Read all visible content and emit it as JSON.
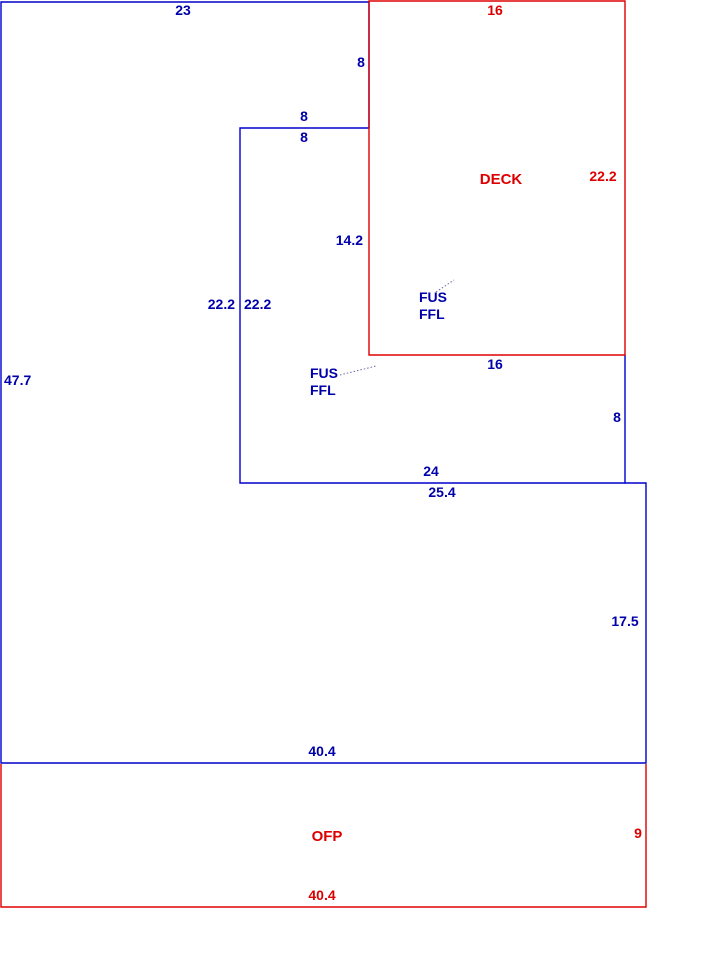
{
  "colors": {
    "main": "#0000cc",
    "deck": "#dd0000"
  },
  "main": {
    "top": "23",
    "left": "47.7",
    "bottom": "40.4",
    "right_lower": "17.5",
    "ledge": "25.4",
    "notch_step_a": "8",
    "notch_top_out": "8",
    "notch_top_in": "8",
    "notch_left_out": "22.2",
    "notch_left_in": "22.2",
    "notch_inner_right": "14.2",
    "notch_bottom": "24",
    "notch_right_step": "8",
    "deck_bottom_blue": "16",
    "fus_label_1": "FUS",
    "ffl_label_1": "FFL",
    "fus_label_2": "FUS",
    "ffl_label_2": "FFL"
  },
  "deck": {
    "name": "DECK",
    "top": "16",
    "right": "22.2"
  },
  "ofp": {
    "name": "OFP",
    "right": "9",
    "bottom": "40.4"
  }
}
